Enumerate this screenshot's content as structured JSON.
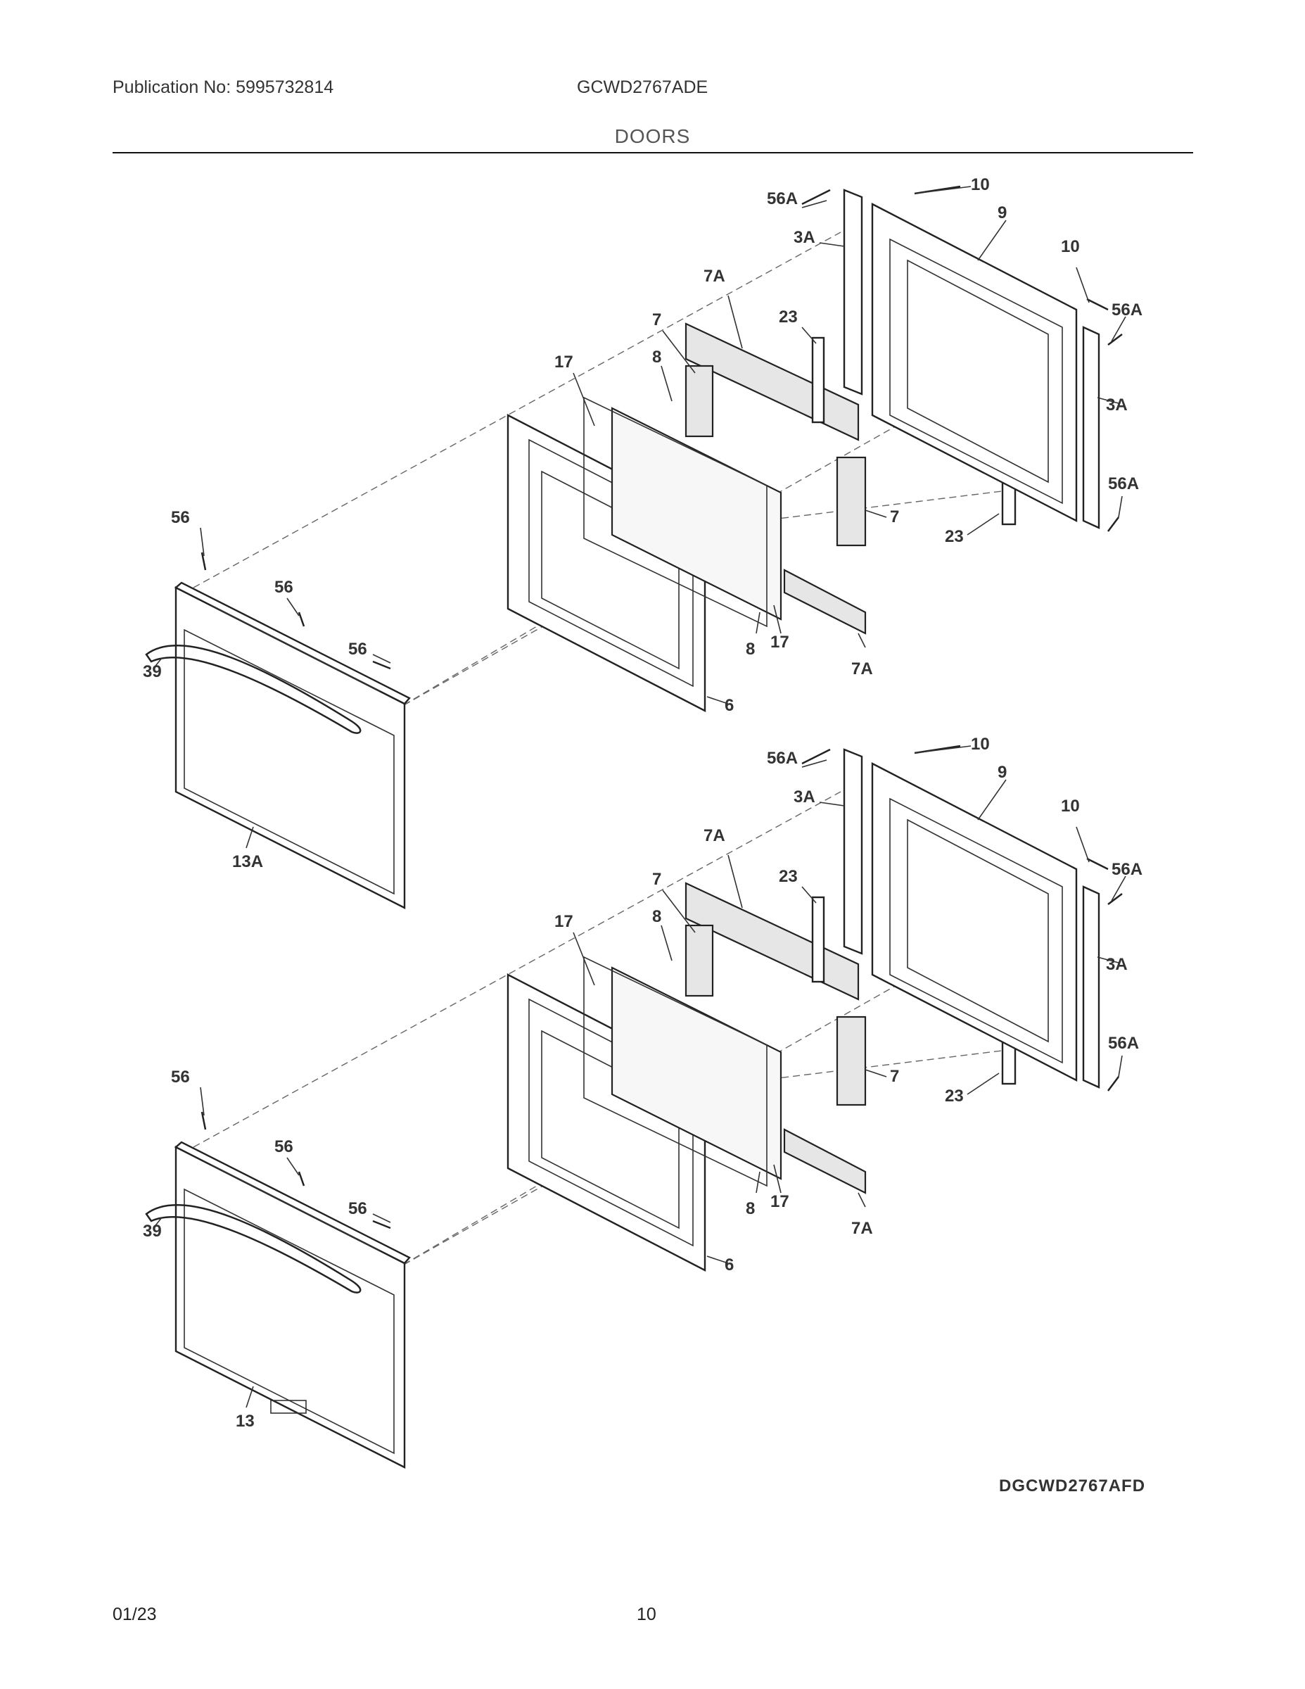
{
  "header": {
    "publication": "Publication No: 5995732814",
    "model": "GCWD2767ADE",
    "section": "DOORS"
  },
  "diagram": {
    "code": "DGCWD2767AFD",
    "upper_door_labels": [
      "56A",
      "10",
      "9",
      "3A",
      "10",
      "56A",
      "7A",
      "7",
      "23",
      "3A",
      "17",
      "8",
      "56A",
      "7",
      "23",
      "56",
      "56",
      "56",
      "39",
      "8",
      "17",
      "7A",
      "6",
      "13A"
    ],
    "lower_door_labels": [
      "56A",
      "10",
      "9",
      "3A",
      "10",
      "56A",
      "7A",
      "7",
      "23",
      "3A",
      "17",
      "8",
      "56A",
      "7",
      "23",
      "56",
      "56",
      "56",
      "39",
      "8",
      "17",
      "7A",
      "6",
      "13"
    ]
  },
  "footer": {
    "date": "01/23",
    "page": "10"
  }
}
